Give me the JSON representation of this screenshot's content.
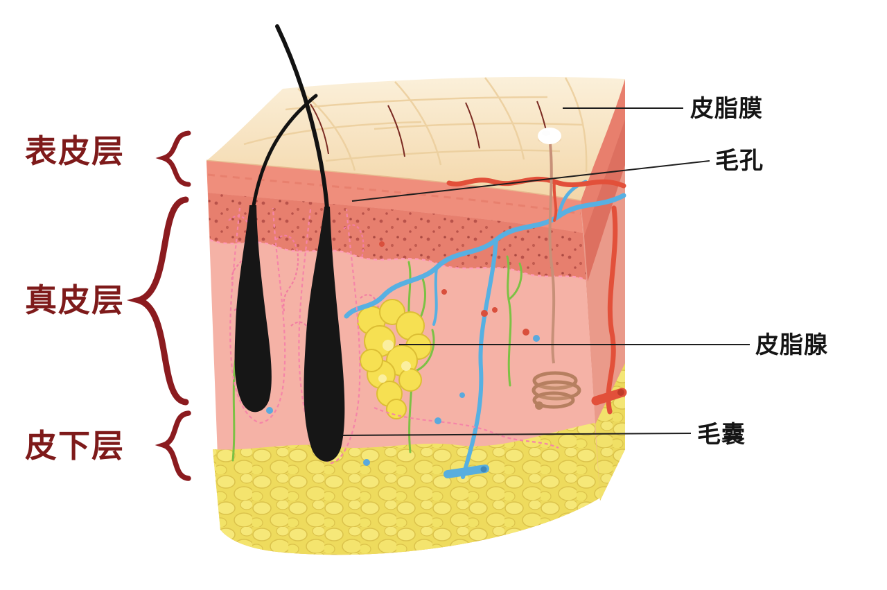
{
  "figure": {
    "background": "#ffffff",
    "layer_labels": [
      {
        "id": "epidermis",
        "label": "表皮层"
      },
      {
        "id": "dermis",
        "label": "真皮层"
      },
      {
        "id": "subcutaneous",
        "label": "皮下层"
      }
    ],
    "part_labels": [
      {
        "id": "sebum-film",
        "label": "皮脂膜"
      },
      {
        "id": "pore",
        "label": "毛孔"
      },
      {
        "id": "sebaceous-gland",
        "label": "皮脂腺"
      },
      {
        "id": "hair-follicle",
        "label": "毛囊"
      }
    ],
    "colors": {
      "layer_label_red": "#7e1a1a",
      "part_label_black": "#151515",
      "brace_red": "#8b1b1f",
      "surface_cream": "#f7e3bf",
      "epidermis_salmon": "#ef8e7c",
      "dermis_pink": "#f5b2a6",
      "fat_yellow": "#e9d655",
      "vessel_red": "#e2503a",
      "vessel_blue": "#57b0e2",
      "nerve_green": "#7cc144",
      "hair_black": "#161616",
      "leader_line": "#1d1d1d"
    }
  }
}
